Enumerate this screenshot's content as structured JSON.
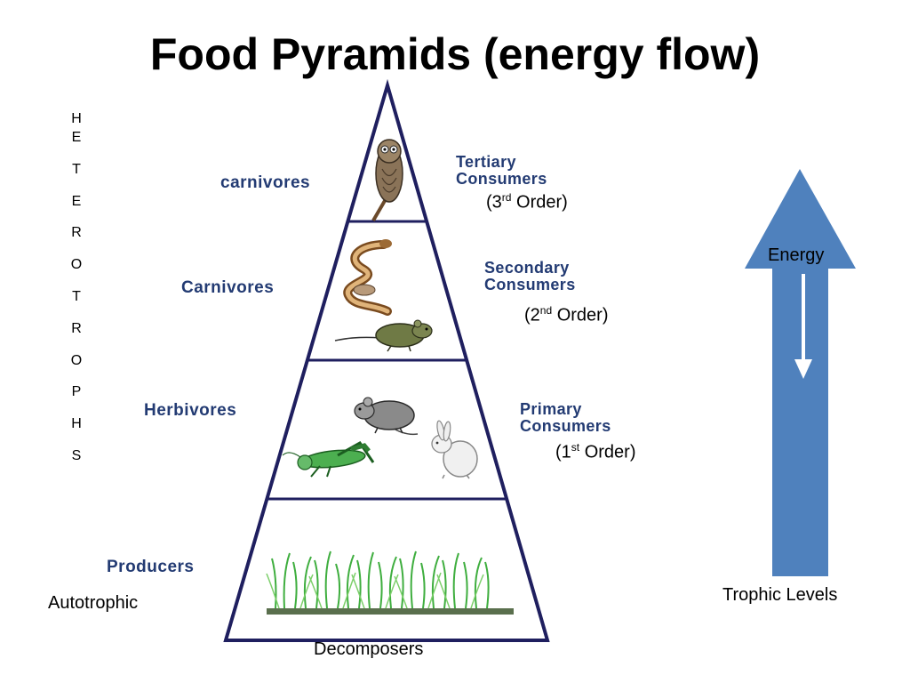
{
  "title": "Food Pyramids (energy flow)",
  "vertical_word": [
    "H",
    "E",
    "T",
    "E",
    "R",
    "O",
    "T",
    "R",
    "O",
    "P",
    "H",
    "S"
  ],
  "levels": [
    {
      "left": "carnivores",
      "right_line1": "Tertiary",
      "right_line2": "Consumers",
      "order_num": "3",
      "order_suffix": "rd",
      "order_word": " Order)"
    },
    {
      "left": "Carnivores",
      "right_line1": "Secondary",
      "right_line2": "Consumers",
      "order_num": "2",
      "order_suffix": "nd",
      "order_word": " Order)"
    },
    {
      "left": "Herbivores",
      "right_line1": "Primary",
      "right_line2": "Consumers",
      "order_num": "1",
      "order_suffix": "st",
      "order_word": " Order)"
    },
    {
      "left": "Producers"
    }
  ],
  "autotrophic": "Autotrophic",
  "decomposers": "Decomposers",
  "energy_label": "Energy",
  "trophic_levels": "Trophic Levels",
  "colors": {
    "arrow_blue": "#4f81bd",
    "label_navy": "#233b73",
    "pyramid_stroke": "#1f1f5f"
  },
  "icons": [
    "owl-icon",
    "snake-icon",
    "mouse-icon",
    "rat-icon",
    "grasshopper-icon",
    "rabbit-icon",
    "grass-icon"
  ]
}
